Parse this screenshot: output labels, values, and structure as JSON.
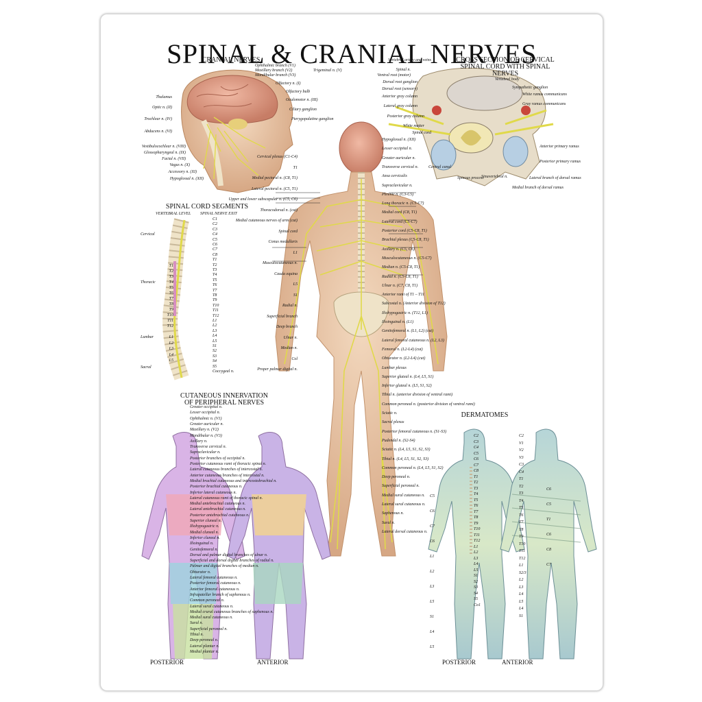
{
  "title": "SPINAL & CRANIAL NERVES",
  "cranial": {
    "title": "CRANIAL NERVES",
    "labels_right": [
      "Ophthalmic branch (V1)",
      "Maxillary branch (V2)",
      "Mandibular branch (V3)",
      "Trigeminal n. (V)",
      "Olfactory n. (I)",
      "Olfactory bulb",
      "Oculomotor n. (III)",
      "Ciliary ganglion",
      "Pterygopalatine ganglion"
    ],
    "labels_left": [
      "Thalamus",
      "Optic n. (II)",
      "Trochlear n. (IV)",
      "Abducens n. (VI)",
      "Vestibulocochlear n. (VIII)",
      "Glossopharyngeal n. (IX)",
      "Facial n. (VII)",
      "Vagus n. (X)",
      "Accessory n. (XI)",
      "Hypoglossal n. (XII)"
    ]
  },
  "cross_section": {
    "title": "CROSS SECTION OF CERVICAL SPINAL CORD WITH SPINAL NERVES",
    "labels_left": [
      "Vertebral artery and veins",
      "Spinal n.",
      "Ventral root (motor)",
      "Dorsal root ganglion",
      "Dorsal root (sensory)",
      "Anterior gray column",
      "Lateral gray column",
      "Posterior gray column",
      "White matter",
      "Spinal cord"
    ],
    "labels_right": [
      "Vertebral body",
      "Sympathetic ganglion",
      "White ramus communicans",
      "Gray ramus communicans",
      "Anterior primary ramus",
      "Posterior primary ramus",
      "Lateral branch of dorsal ramus",
      "Medial branch of dorsal ramus"
    ],
    "labels_bottom": [
      "Central canal",
      "Spinous process",
      "Sinuvertebral n."
    ]
  },
  "segments": {
    "title": "SPINAL CORD SEGMENTS",
    "col_vertebral": "VERTEBRAL LEVEL",
    "col_exit": "SPINAL NERVE EXIT",
    "regions": [
      "Cervical",
      "Thoracic",
      "Lumbar",
      "Sacral"
    ],
    "exits": [
      "C1",
      "C2",
      "C3",
      "C4",
      "C5",
      "C6",
      "C7",
      "C8",
      "T1",
      "T2",
      "T3",
      "T4",
      "T5",
      "T6",
      "T7",
      "T8",
      "T9",
      "T10",
      "T11",
      "T12",
      "L1",
      "L2",
      "L3",
      "L4",
      "L5",
      "S1",
      "S2",
      "S3",
      "S4",
      "S5",
      "Coccygeal n."
    ],
    "vertebral_t": [
      "T1",
      "T2",
      "T3",
      "T4",
      "T5",
      "T6",
      "T7",
      "T8",
      "T9",
      "T10",
      "T11",
      "T12"
    ],
    "vertebral_l": [
      "L1",
      "L2",
      "L3",
      "L4",
      "L5"
    ]
  },
  "body": {
    "labels_left": [
      "Cervical plexus (C1-C4)",
      "T1",
      "Medial pectoral n. (C8, T1)",
      "Lateral pectoral n. (C5, T1)",
      "Upper and lower subscapular n. (C5, C6)",
      "Thoracodorsal n. (cut)",
      "Medial cutaneous nerves of arm (cut)",
      "Spinal cord",
      "Conus medullaris",
      "L1",
      "Musculocutaneous n.",
      "Cauda equina",
      "L5",
      "S1",
      "Radial n.",
      "Superficial branch",
      "Deep branch",
      "Ulnar n.",
      "Median n.",
      "Col",
      "Proper palmar digital n."
    ],
    "labels_right": [
      "Hypoglossal n. (XII)",
      "Lesser occipital n.",
      "Greater auricular n.",
      "Transverse cervical n.",
      "Ansa cervicalis",
      "Supraclavicular n.",
      "Phrenic n. (C3-C5)",
      "Long thoracic n. (C5-C7)",
      "Medial cord (C8, T1)",
      "Lateral cord (C5-C7)",
      "Posterior cord (C5-C8, T1)",
      "Brachial plexus (C5-C8, T1)",
      "Axillary n. (C5, C6)",
      "Musculocutaneous n. (C5-C7)",
      "Median n. (C5-C8, T1)",
      "Radial n. (C5-C8, T1)",
      "Ulnar n. (C7, C8, T1)",
      "Anterior rami of T1 – T11",
      "Subcostal n. (Anterior division of T12)",
      "Iliohypogastric n. (T12, L1)",
      "Ilioinguinal n. (L1)",
      "Genitofemoral n. (L1, L2) (cut)",
      "Lateral femoral cutaneous n. (L2, L3)",
      "Femoral n. (L2-L4) (cut)",
      "Obturator n. (L2-L4) (cut)",
      "Lumbar plexus",
      "Superior gluteal n. (L4, L5, S1)",
      "Inferior gluteal n. (L5, S1, S2)",
      "Tibial n. (anterior division of ventral rami)",
      "Common peroneal n. (posterior division of ventral rami)",
      "Sciatic n.",
      "Sacral plexus",
      "Posterior femoral cutaneous n. (S1-S3)",
      "Pudendal n. (S2-S4)",
      "Sciatic n. (L4, L5, S1, S2, S3)",
      "Tibial n. (L4, L5, S1, S2, S3)",
      "Common peroneal n. (L4, L5, S1, S2)",
      "Deep peroneal n.",
      "Superficial peroneal n.",
      "Medial sural cutaneous n.",
      "Lateral sural cutaneous n.",
      "Saphenous n.",
      "Sural n.",
      "Lateral dorsal cutaneous n."
    ]
  },
  "cutaneous": {
    "title": "CUTANEOUS INNERVATION OF PERIPHERAL NERVES",
    "labels": [
      "Greater occipital n.",
      "Lesser occipital n.",
      "Ophthalmic n. (V1)",
      "Greater auricular n.",
      "Maxillary n. (V2)",
      "Mandibular n. (V3)",
      "Axillary n.",
      "Transverse cervical n.",
      "Supraclavicular n.",
      "Posterior branches of occipital n.",
      "Posterior cutaneous rami of thoracic spinal n.",
      "Lateral cutaneous branches of intercostal n.",
      "Anterior cutaneous branches of intercostal n.",
      "Medial brachial cutaneous and intercostobrachial n.",
      "Posterior brachial cutaneous n.",
      "Inferior lateral cutaneous n.",
      "Lateral cutaneous rami of thoracic spinal n.",
      "Medial antebrachial cutaneous n.",
      "Lateral antebrachial cutaneous n.",
      "Posterior antebrachial cutaneous n.",
      "Superior cluneal n.",
      "Iliohypogastric n.",
      "Medial cluneal n.",
      "Inferior cluneal n.",
      "Ilioinguinal n.",
      "Genitofemoral n.",
      "Dorsal and palmar digital branches of ulnar n.",
      "Superficial and dorsal digital branches of radial n.",
      "Palmar and digital branches of median n.",
      "Obturator n.",
      "Lateral femoral cutaneous n.",
      "Posterior femoral cutaneous n.",
      "Anterior femoral cutaneous n.",
      "Infrapatellar branch of saphenous n.",
      "Common peroneal n.",
      "Lateral sural cutaneous n.",
      "Medial crural cutaneous branches of saphenous n.",
      "Medial sural cutaneous n.",
      "Sural n.",
      "Superficial peroneal n.",
      "Tibial n.",
      "Deep peroneal n.",
      "Lateral plantar n.",
      "Medial plantar n."
    ],
    "posterior": "POSTERIOR",
    "anterior": "ANTERIOR"
  },
  "dermatomes": {
    "title": "DERMATOMES",
    "posterior_labels": [
      "C2",
      "C3",
      "C4",
      "C5",
      "C6",
      "C7",
      "C8",
      "T1",
      "T2",
      "T3",
      "T4",
      "T5",
      "T6",
      "T7",
      "T8",
      "T9",
      "T10",
      "T11",
      "T12",
      "L1",
      "L2",
      "L3",
      "L4",
      "L5",
      "S1",
      "S2",
      "S3",
      "S4",
      "S5",
      "Co1"
    ],
    "posterior_side": [
      "C5",
      "C6",
      "C7",
      "C6",
      "L1",
      "L2",
      "L3",
      "L5",
      "S1",
      "L4",
      "L5"
    ],
    "anterior_labels": [
      "C2",
      "V1",
      "V2",
      "V3",
      "C3",
      "C4",
      "T1",
      "T2",
      "T3",
      "T4",
      "T5",
      "T6",
      "T7",
      "T8",
      "T9",
      "T10",
      "T11",
      "T12",
      "L1",
      "S2/3",
      "L2",
      "L3",
      "L4",
      "L5",
      "L4",
      "S1"
    ],
    "anterior_side": [
      "C6",
      "C5",
      "T1",
      "C6",
      "C8",
      "C7"
    ],
    "posterior": "POSTERIOR",
    "anterior": "ANTERIOR"
  },
  "colors": {
    "nerve": "#e0d94a",
    "skin": "#e8c7a6",
    "bone": "#efe3c8",
    "brain": "#d89a83"
  }
}
